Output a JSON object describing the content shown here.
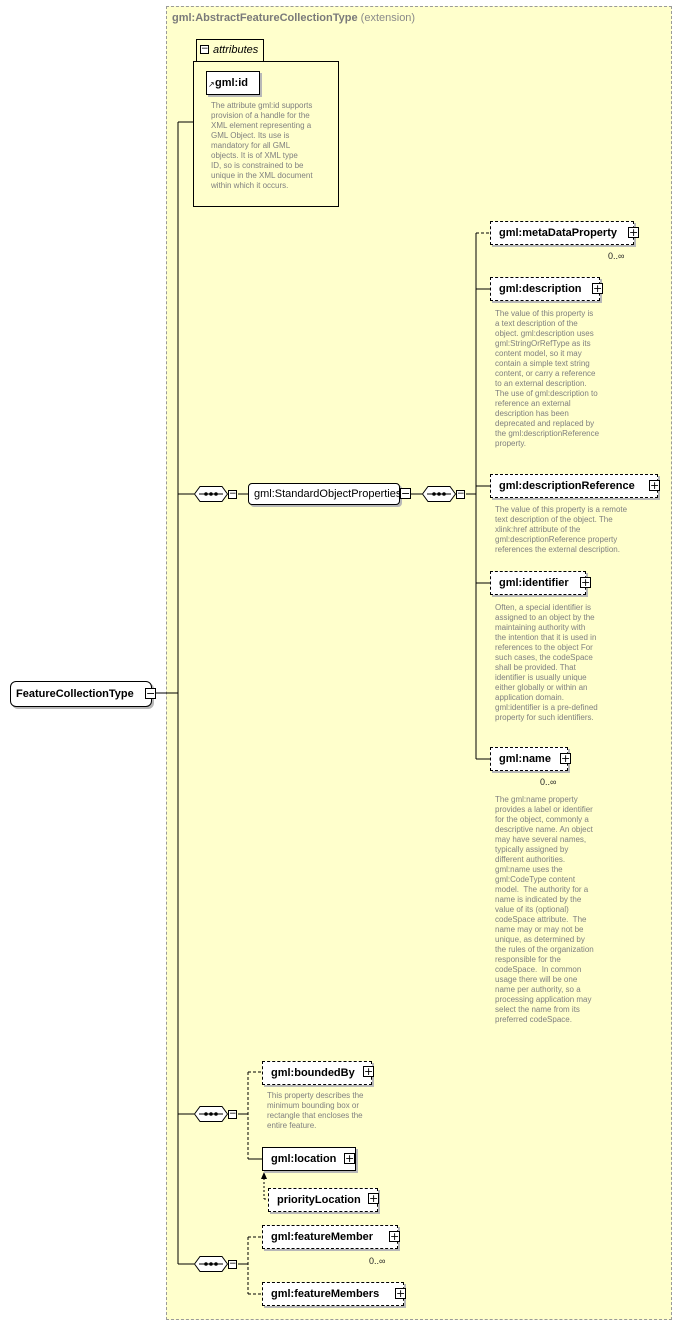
{
  "extension": {
    "type_name": "gml:AbstractFeatureCollectionType",
    "note": "(extension)"
  },
  "root": {
    "label": "FeatureCollectionType"
  },
  "attributes": {
    "tab_label": "attributes",
    "id_label": "gml:id",
    "id_doc": "The attribute gml:id supports\nprovision of a handle for the\nXML element representing a\nGML Object. Its use is\nmandatory for all GML\nobjects. It is of XML type\nID, so is constrained to be\nunique in the XML document\nwithin which it occurs."
  },
  "group": {
    "label": "gml:StandardObjectProperties"
  },
  "elements": {
    "metaDataProperty": {
      "label": "gml:metaDataProperty",
      "cardinality": "0..∞"
    },
    "description": {
      "label": "gml:description",
      "doc": "The value of this property is\na text description of the\nobject. gml:description uses\ngml:StringOrRefType as its\ncontent model, so it may\ncontain a simple text string\ncontent, or carry a reference\nto an external description.\nThe use of gml:description to\nreference an external\ndescription has been\ndeprecated and replaced by\nthe gml:descriptionReference\nproperty."
    },
    "descriptionReference": {
      "label": "gml:descriptionReference",
      "doc": "The value of this property is a remote\ntext description of the object. The\nxlink:href attribute of the\ngml:descriptionReference property\nreferences the external description."
    },
    "identifier": {
      "label": "gml:identifier",
      "doc": "Often, a special identifier is\nassigned to an object by the\nmaintaining authority with\nthe intention that it is used in\nreferences to the object For\nsuch cases, the codeSpace\nshall be provided. That\nidentifier is usually unique\neither globally or within an\napplication domain.\ngml:identifier is a pre-defined\nproperty for such identifiers."
    },
    "name": {
      "label": "gml:name",
      "cardinality": "0..∞",
      "doc": "The gml:name property\nprovides a label or identifier\nfor the object, commonly a\ndescriptive name. An object\nmay have several names,\ntypically assigned by\ndifferent authorities.\ngml:name uses the\ngml:CodeType content\nmodel.  The authority for a\nname is indicated by the\nvalue of its (optional)\ncodeSpace attribute.  The\nname may or may not be\nunique, as determined by\nthe rules of the organization\nresponsible for the\ncodeSpace.  In common\nusage there will be one\nname per authority, so a\nprocessing application may\nselect the name from its\npreferred codeSpace."
    },
    "boundedBy": {
      "label": "gml:boundedBy",
      "doc": "This property describes the\nminimum bounding box or\nrectangle that encloses the\nentire feature."
    },
    "location": {
      "label": "gml:location"
    },
    "priorityLocation": {
      "label": "priorityLocation"
    },
    "featureMember": {
      "label": "gml:featureMember",
      "cardinality": "0..∞"
    },
    "featureMembers": {
      "label": "gml:featureMembers"
    }
  },
  "colors": {
    "extension_bg": "#ffffcc",
    "doc_text": "#808080",
    "line": "#000000",
    "shadow": "#b8b8b8"
  }
}
